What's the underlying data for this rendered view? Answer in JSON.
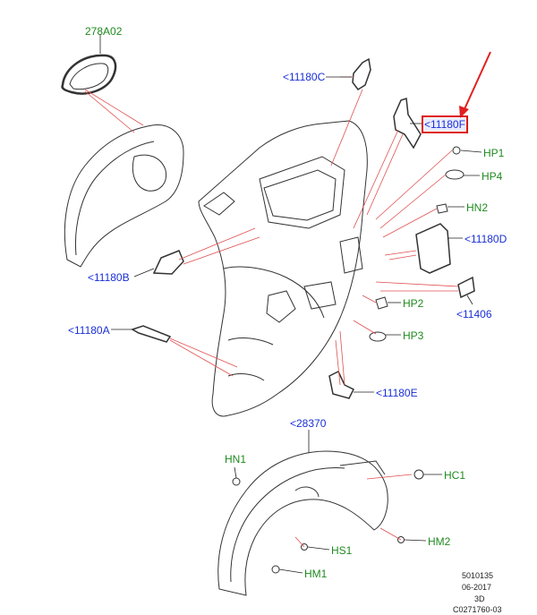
{
  "callouts": {
    "c278A02": "278A02",
    "c11180C": "<11180C",
    "c11180F": "<11180F",
    "cHP1": "HP1",
    "cHP4": "HP4",
    "cHN2": "HN2",
    "c11180D": "<11180D",
    "c11180B": "<11180B",
    "cHP2": "HP2",
    "c11406": "<11406",
    "c11180A": "<11180A",
    "cHP3": "HP3",
    "c11180E": "<11180E",
    "c28370": "<28370",
    "cHN1": "HN1",
    "cHC1": "HC1",
    "cHS1": "HS1",
    "cHM2": "HM2",
    "cHM1": "HM1"
  },
  "meta": {
    "code": "5010135",
    "date": "06-2017",
    "view": "3D",
    "ref": "C0271760-03"
  },
  "colors": {
    "part_number": "#1a2fd6",
    "fastener": "#1f8a1f",
    "leader": "#e05050",
    "highlight": "#d11111"
  }
}
